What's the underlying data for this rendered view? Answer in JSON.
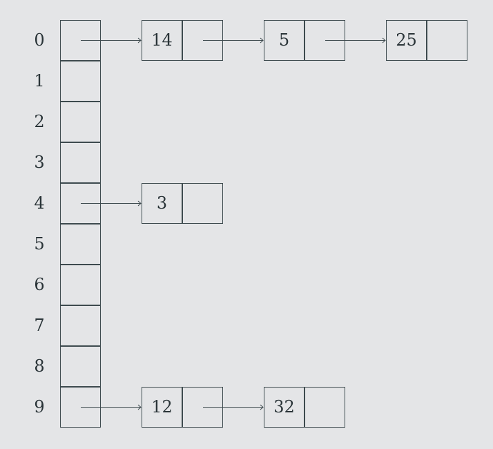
{
  "diagram": {
    "type": "hash-table-with-chaining",
    "indices": [
      "0",
      "1",
      "2",
      "3",
      "4",
      "5",
      "6",
      "7",
      "8",
      "9"
    ],
    "chains": [
      {
        "bucket": 0,
        "nodes": [
          "14",
          "5",
          "25"
        ]
      },
      {
        "bucket": 4,
        "nodes": [
          "3"
        ]
      },
      {
        "bucket": 9,
        "nodes": [
          "12",
          "32"
        ]
      }
    ]
  },
  "labels": {
    "i0": "0",
    "i1": "1",
    "i2": "2",
    "i3": "3",
    "i4": "4",
    "i5": "5",
    "i6": "6",
    "i7": "7",
    "i8": "8",
    "i9": "9",
    "n0_0": "14",
    "n0_1": "5",
    "n0_2": "25",
    "n4_0": "3",
    "n9_0": "12",
    "n9_1": "32"
  }
}
